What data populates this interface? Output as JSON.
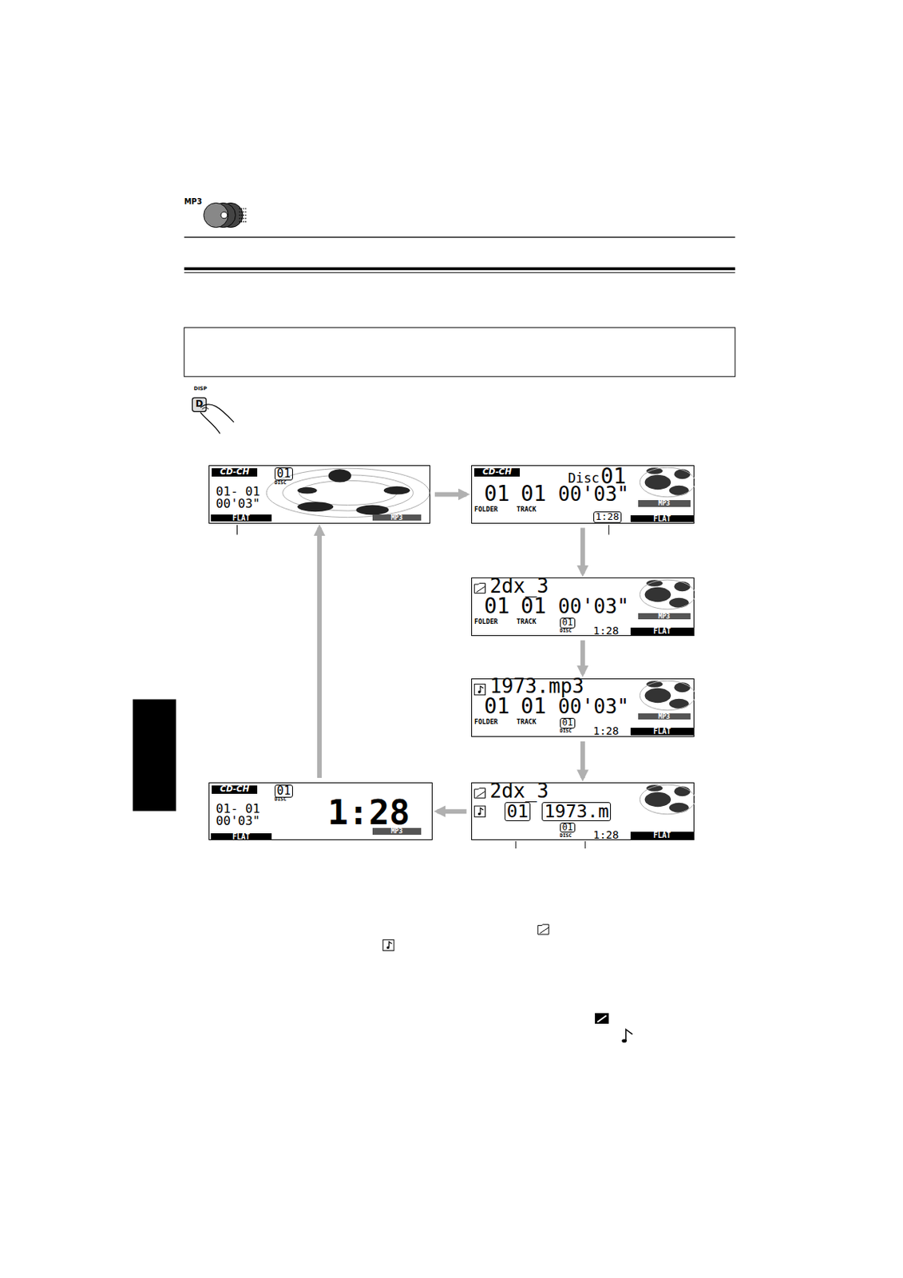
{
  "diagram": {
    "nodes": [
      {
        "text": [
          "CD-CH",
          "01",
          "DISC",
          "01- 01",
          "00'03\"",
          "FLAT",
          "MP3"
        ]
      },
      {
        "text": [
          "CD-CH",
          "Disc",
          "01",
          "01",
          "01",
          "00'03\"",
          "FOLDER",
          "TRACK",
          "1:28",
          "FLAT",
          "MP3"
        ]
      },
      {
        "text": [
          "2dx_3",
          "01",
          "01",
          "00'03\"",
          "FOLDER",
          "TRACK",
          "01",
          "DISC",
          "1:28",
          "FLAT",
          "MP3"
        ]
      },
      {
        "text": [
          "1973.mp3",
          "01",
          "01",
          "00'03\"",
          "FOLDER",
          "TRACK",
          "01",
          "DISC",
          "1:28",
          "FLAT",
          "MP3"
        ]
      },
      {
        "text": [
          "2dx_3",
          "01",
          "1973.m",
          "01",
          "DISC",
          "1:28",
          "FLAT"
        ]
      },
      {
        "text": [
          "CD-CH",
          "01",
          "DISC",
          "01- 01",
          "00'03\"",
          "1:28",
          "FLAT",
          "MP3"
        ]
      }
    ],
    "edges": [
      {
        "from": 0,
        "to": 1,
        "arrow": "to"
      },
      {
        "from": 1,
        "to": 2,
        "arrow": "to"
      },
      {
        "from": 2,
        "to": 3,
        "arrow": "to"
      },
      {
        "from": 3,
        "to": 4,
        "arrow": "to"
      },
      {
        "from": 4,
        "to": 5,
        "arrow": "to"
      },
      {
        "from": 5,
        "to": 0,
        "arrow": "to"
      }
    ],
    "labels": [
      "MP3",
      "DISP",
      "D"
    ]
  }
}
